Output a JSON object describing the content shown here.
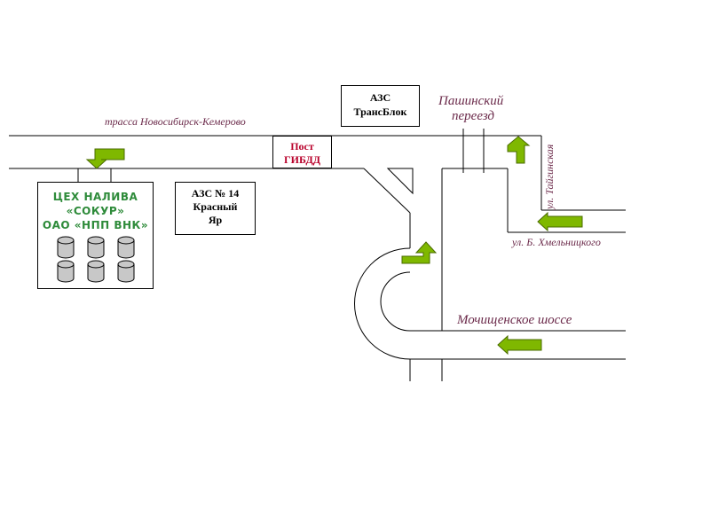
{
  "labels": {
    "highway": "трасса Новосибирск-Кемерово",
    "crossing_line1": "Пашинский",
    "crossing_line2": "переезд",
    "taiginskaya": "ул. Тайгинская",
    "khmelnitskogo": "ул. Б. Хмельницкого",
    "mochishchenskoe": "Мочищенское шоссе"
  },
  "boxes": {
    "azs_transblok": {
      "line1": "АЗС",
      "line2": "ТрансБлок"
    },
    "post_gibdd": {
      "line1": "Пост",
      "line2": "ГИБДД"
    },
    "azs14": {
      "line1": "АЗС № 14",
      "line2": "Красный",
      "line3": "Яр"
    },
    "sokur": {
      "line1": "ЦЕХ НАЛИВА",
      "line2": "«СОКУР»",
      "line3": "ОАО «НПП ВНК»"
    }
  },
  "colors": {
    "arrow_fill": "#7fb800",
    "arrow_stroke": "#4a6b00",
    "road": "#000000",
    "street_label": "#6b2a4a",
    "post_label": "#b8002a",
    "company_text": "#2e8b3a",
    "tank_fill": "#c8c8c8"
  },
  "icons": [
    "arrow-down-icon",
    "arrow-left-icon",
    "arrow-up-right-icon",
    "arrow-up-icon",
    "tank-icon"
  ]
}
